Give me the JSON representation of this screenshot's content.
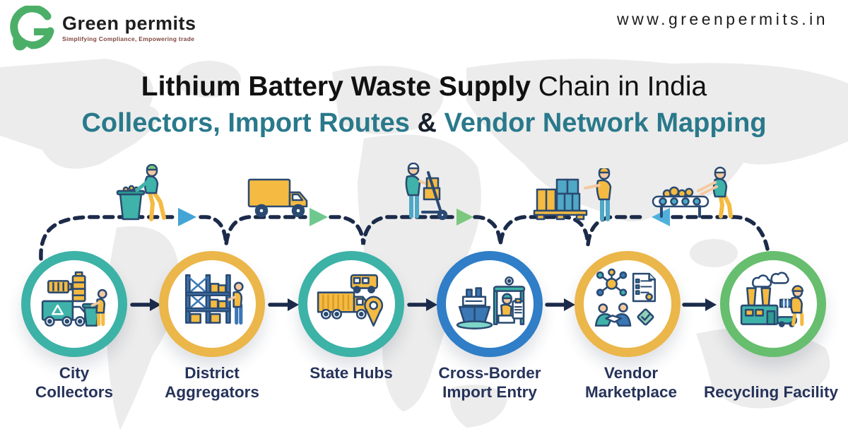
{
  "brand": {
    "name": "Green permits",
    "tagline": "Simplifying Compliance, Empowering trade",
    "website": "www.greenpermits.in",
    "logo_green": "#4CAF68"
  },
  "title": {
    "line1_bold": "Lithium Battery Waste Supply",
    "line1_regular": " Chain in India",
    "line2_lead": "Collectors, Import Routes",
    "line2_amp": " & ",
    "line2_tail": "Vendor Network Mapping",
    "black": "#111111",
    "accent": "#29798B"
  },
  "stages": [
    {
      "name": "City Collectors",
      "lines": [
        "City",
        "Collectors"
      ],
      "ring": "#3DB2A7",
      "icon": "city-collectors-icon"
    },
    {
      "name": "District Aggregators",
      "lines": [
        "District",
        "Aggregators"
      ],
      "ring": "#EBB64A",
      "icon": "district-aggregators-icon"
    },
    {
      "name": "State Hubs",
      "lines": [
        "State Hubs"
      ],
      "ring": "#3DB2A7",
      "icon": "state-hubs-icon"
    },
    {
      "name": "Cross-Border Import Entry",
      "lines": [
        "Cross-Border",
        "Import Entry"
      ],
      "ring": "#2F7EC7",
      "icon": "cross-border-icon"
    },
    {
      "name": "Vendor Marketplace",
      "lines": [
        "Vendor",
        "Marketplace"
      ],
      "ring": "#EBB64A",
      "icon": "vendor-marketplace-icon"
    },
    {
      "name": "Recycling Facility",
      "lines": [
        "Recycling Facility"
      ],
      "ring": "#66BE6E",
      "icon": "recycling-facility-icon"
    }
  ],
  "route": {
    "line_color": "#1C2B4A",
    "label_color": "#26335A",
    "arrows": [
      {
        "dir": "right",
        "color": "#42A5D5"
      },
      {
        "dir": "right",
        "color": "#6FC98F"
      },
      {
        "dir": "right",
        "color": "#7CC87E"
      },
      {
        "dir": "left",
        "color": "#4FB0DC"
      }
    ]
  }
}
